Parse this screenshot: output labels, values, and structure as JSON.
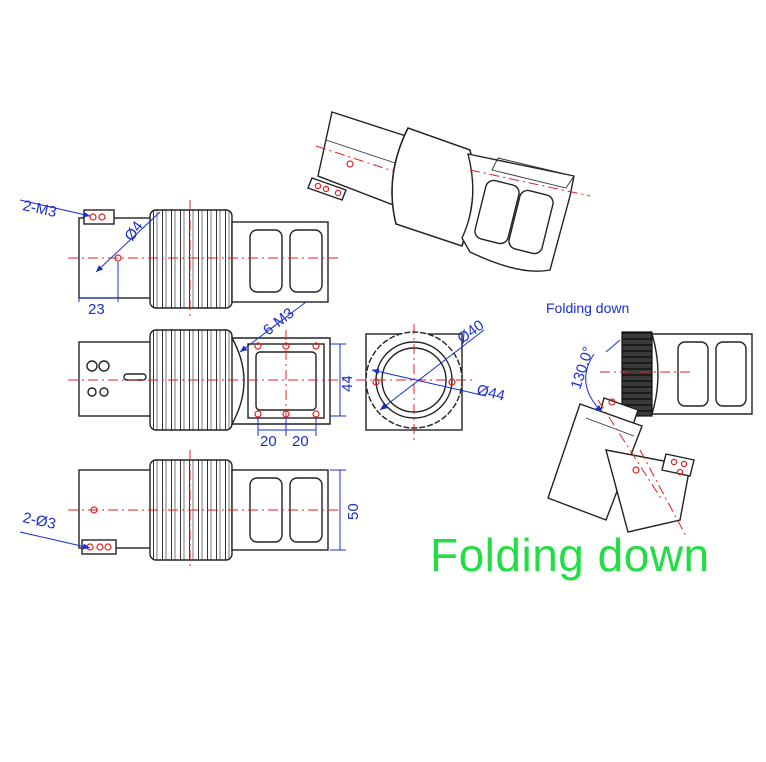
{
  "caption": "Folding down",
  "colors": {
    "caption": "#22dd44",
    "dimensions": "#1a2fd0",
    "centerlines": "#e02020",
    "outline": "#222222"
  },
  "labels": {
    "top_holes": "2-M3",
    "diameter_4": "Ø4",
    "width_23": "23",
    "face_holes": "6-M3",
    "height_44": "44",
    "spacing_20a": "20",
    "spacing_20b": "20",
    "diameter_40": "Ø40",
    "diameter_44": "Ø44",
    "height_50": "50",
    "bottom_holes": "2-Ø3",
    "angle": "130.0°",
    "folding_small": "Folding down"
  }
}
